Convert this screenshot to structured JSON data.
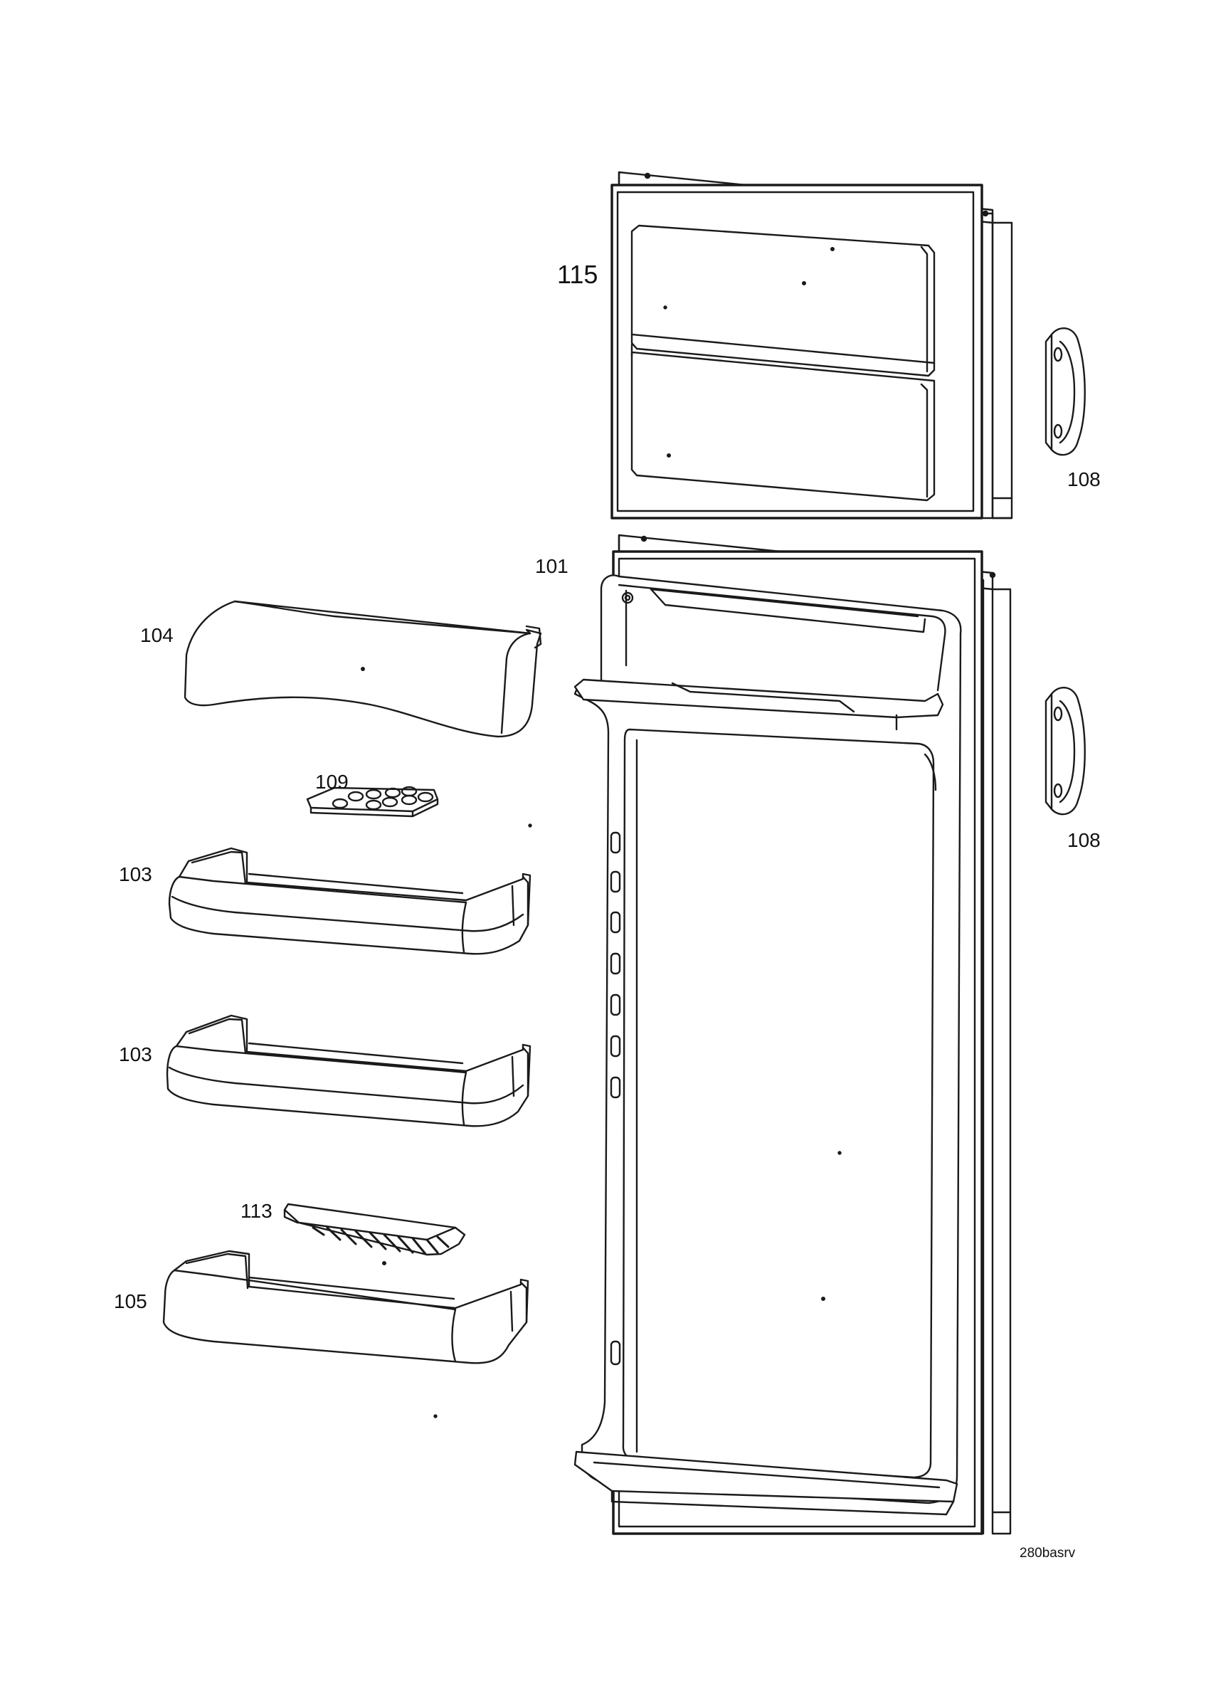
{
  "part_labels": {
    "freezer_door": "115",
    "main_door": "101",
    "handle_top": "108",
    "handle_bottom": "108",
    "butter_cover": "104",
    "egg_tray": "109",
    "shelf_upper": "103",
    "shelf_middle": "103",
    "bottle_retainer": "113",
    "bottle_shelf": "105"
  },
  "drawing_code": "280basrv",
  "colors": {
    "line": "#1a1a1a",
    "background": "#ffffff"
  }
}
